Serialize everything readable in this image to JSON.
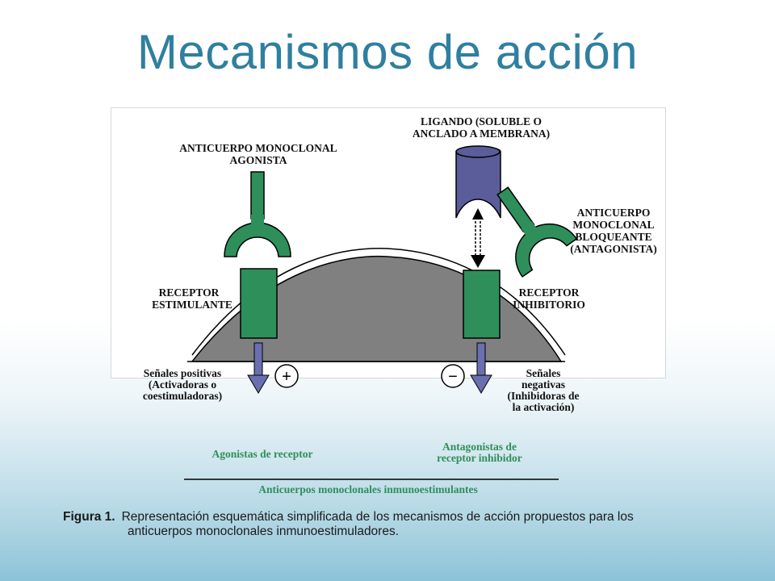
{
  "slide": {
    "title": "Mecanismos de acción"
  },
  "diagram": {
    "agonist_label_1": "ANTICUERPO MONOCLONAL",
    "agonist_label_2": "AGONISTA",
    "ligand_label_1": "LIGANDO (SOLUBLE O",
    "ligand_label_2": "ANCLADO A MEMBRANA)",
    "blocker_label_1": "ANTICUERPO",
    "blocker_label_2": "MONOCLONAL",
    "blocker_label_3": "BLOQUEANTE",
    "blocker_label_4": "(ANTAGONISTA)",
    "receptor_stim_1": "RECEPTOR",
    "receptor_stim_2": "ESTIMULANTE",
    "receptor_inhib_1": "RECEPTOR",
    "receptor_inhib_2": "INHIBITORIO",
    "pos_signal_1": "Señales positivas",
    "pos_signal_2": "(Activadoras o",
    "pos_signal_3": "coestimuladoras)",
    "neg_signal_1": "Señales",
    "neg_signal_2": "negativas",
    "neg_signal_3": "(Inhibidoras de",
    "neg_signal_4": "la activación)",
    "plus_symbol": "+",
    "minus_symbol": "−",
    "agonists_receptor": "Agonistas de receptor",
    "antagonists_1": "Antagonistas de",
    "antagonists_2": "receptor inhibidor",
    "bottom_label": "Anticuerpos monoclonales inmunoestimulantes"
  },
  "caption": {
    "figure_label": "Figura 1.",
    "text_1": "Representación esquemática simplificada de los mecanismos de acción propuestos para los",
    "text_2": "anticuerpos monoclonales inmunoestimuladores."
  },
  "colors": {
    "title": "#2f7fa0",
    "antibody_green": "#2e8f5a",
    "ligand_purple": "#5b5c9a",
    "arrow_blue": "#6a6fb0",
    "membrane_gray": "#808080",
    "green_text": "#2f8f5a"
  }
}
